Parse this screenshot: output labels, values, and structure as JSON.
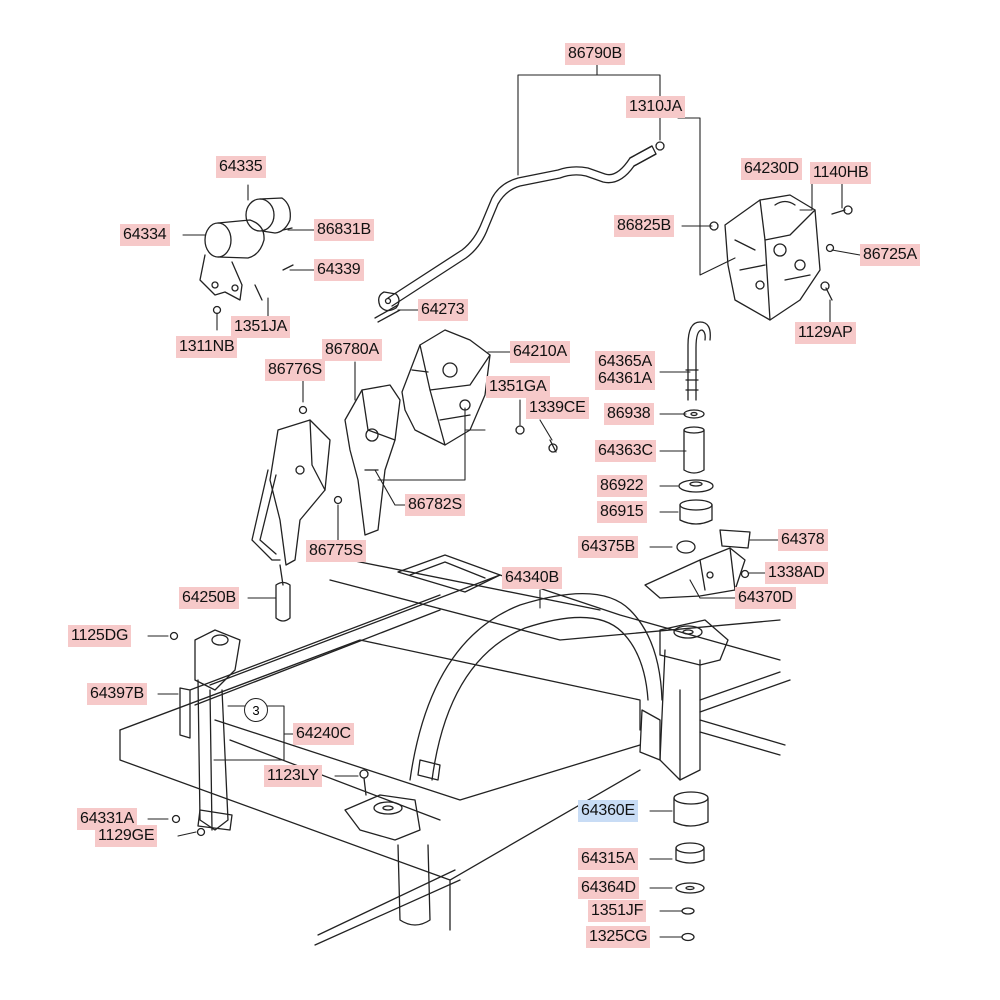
{
  "diagram": {
    "labels": [
      {
        "id": "l86790B",
        "text": "86790B"
      },
      {
        "id": "l1310JA",
        "text": "1310JA"
      },
      {
        "id": "l64230D",
        "text": "64230D"
      },
      {
        "id": "l1140HB",
        "text": "1140HB"
      },
      {
        "id": "l86825B",
        "text": "86825B"
      },
      {
        "id": "l86725A",
        "text": "86725A"
      },
      {
        "id": "l1129AP",
        "text": "1129AP"
      },
      {
        "id": "l64335",
        "text": "64335"
      },
      {
        "id": "l64334",
        "text": "64334"
      },
      {
        "id": "l86831B",
        "text": "86831B"
      },
      {
        "id": "l64339",
        "text": "64339"
      },
      {
        "id": "l1351JA",
        "text": "1351JA"
      },
      {
        "id": "l1311NB",
        "text": "1311NB"
      },
      {
        "id": "l64273",
        "text": "64273"
      },
      {
        "id": "l86780A",
        "text": "86780A"
      },
      {
        "id": "l64210A",
        "text": "64210A"
      },
      {
        "id": "l86776S",
        "text": "86776S"
      },
      {
        "id": "l1351GA",
        "text": "1351GA"
      },
      {
        "id": "l1339CE",
        "text": "1339CE"
      },
      {
        "id": "l64365A",
        "text": "64365A"
      },
      {
        "id": "l64361A",
        "text": "64361A"
      },
      {
        "id": "l86938",
        "text": "86938"
      },
      {
        "id": "l64363C",
        "text": "64363C"
      },
      {
        "id": "l86922",
        "text": "86922"
      },
      {
        "id": "l86915",
        "text": "86915"
      },
      {
        "id": "l86782S",
        "text": "86782S"
      },
      {
        "id": "l86775S",
        "text": "86775S"
      },
      {
        "id": "l64378",
        "text": "64378"
      },
      {
        "id": "l64375B",
        "text": "64375B"
      },
      {
        "id": "l1338AD",
        "text": "1338AD"
      },
      {
        "id": "l64370D",
        "text": "64370D"
      },
      {
        "id": "l64340B",
        "text": "64340B"
      },
      {
        "id": "l64250B",
        "text": "64250B"
      },
      {
        "id": "l1125DG",
        "text": "1125DG"
      },
      {
        "id": "l64397B",
        "text": "64397B"
      },
      {
        "id": "l64240C",
        "text": "64240C"
      },
      {
        "id": "l1123LY",
        "text": "1123LY"
      },
      {
        "id": "l64331A",
        "text": "64331A"
      },
      {
        "id": "l1129GE",
        "text": "1129GE"
      },
      {
        "id": "l64360E",
        "text": "64360E"
      },
      {
        "id": "l64315A",
        "text": "64315A"
      },
      {
        "id": "l64364D",
        "text": "64364D"
      },
      {
        "id": "l1351JF",
        "text": "1351JF"
      },
      {
        "id": "l1325CG",
        "text": "1325CG"
      }
    ],
    "callout": "3",
    "colors": {
      "label_bg": "#f6c9c9",
      "highlight_bg": "#c8dcf5",
      "line": "#222222"
    }
  }
}
